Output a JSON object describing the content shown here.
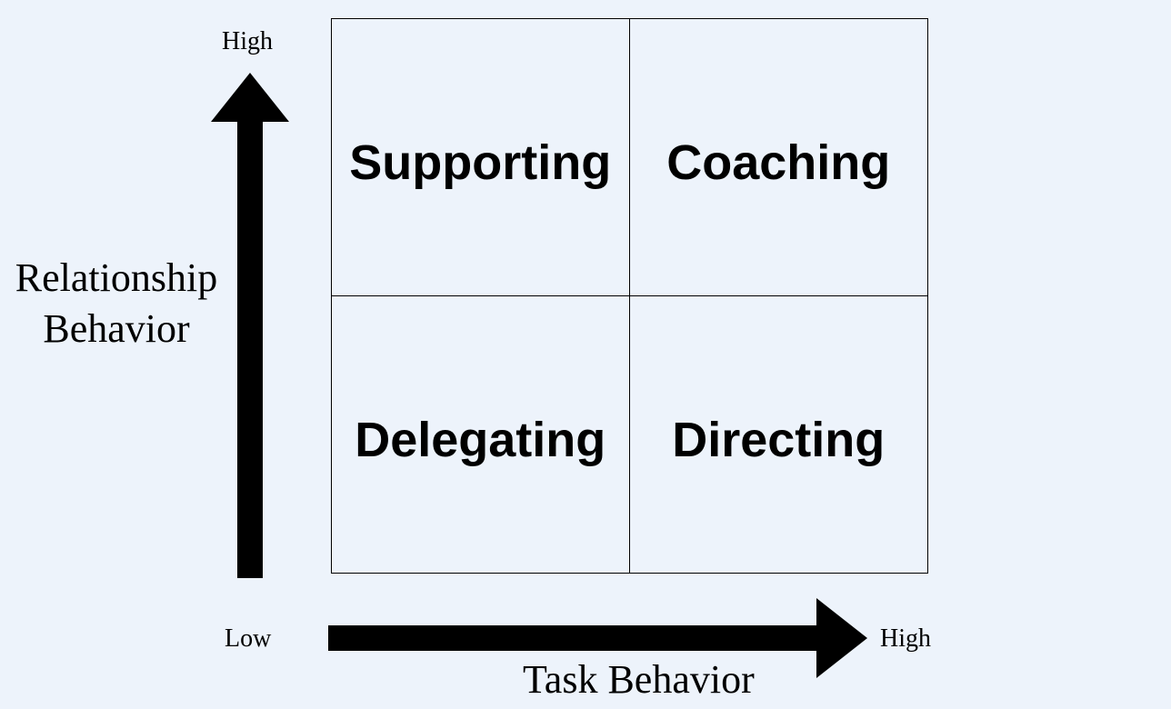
{
  "quadrants": {
    "top_left": "Supporting",
    "top_right": "Coaching",
    "bottom_left": "Delegating",
    "bottom_right": "Directing"
  },
  "y_axis": {
    "title_line1": "Relationship",
    "title_line2": "Behavior",
    "high_label": "High",
    "low_label": "Low"
  },
  "x_axis": {
    "title": "Task Behavior",
    "high_label": "High"
  },
  "colors": {
    "background": "#edf3fb",
    "ink": "#000000"
  }
}
